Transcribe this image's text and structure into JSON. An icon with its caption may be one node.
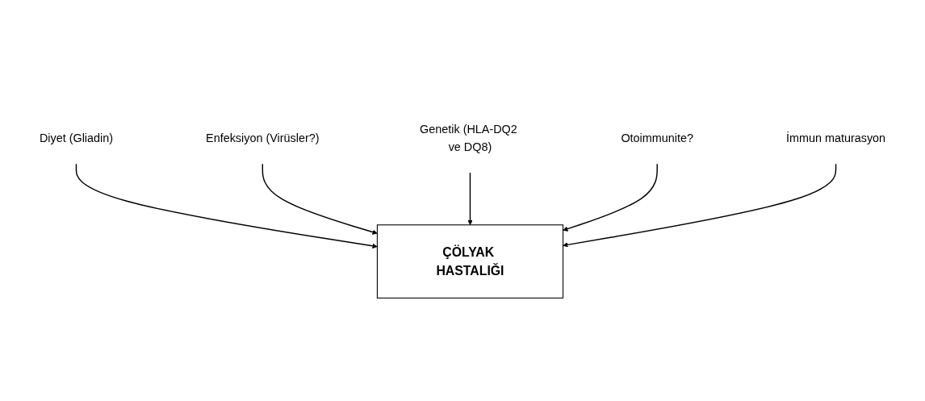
{
  "diagram": {
    "nodes": [
      {
        "text": [
          "Diyet (Gliadin)"
        ]
      },
      {
        "text": [
          "Enfeksiyon (Virüsler?)"
        ]
      },
      {
        "text": [
          "ÇÖLYAK HASTALIĞI"
        ]
      },
      {
        "text": [
          "Genetik (HLA-DQ2 ve DQ8)"
        ]
      },
      {
        "text": [
          "Otoimmunite?"
        ]
      },
      {
        "text": [
          "İmmun maturasyon"
        ]
      }
    ],
    "edges": [
      {
        "from": 0,
        "to": 2,
        "arrow": "to"
      },
      {
        "from": 1,
        "to": 2,
        "arrow": "to"
      },
      {
        "from": 3,
        "to": 2,
        "arrow": "to"
      },
      {
        "from": 4,
        "to": 2,
        "arrow": "to"
      },
      {
        "from": 5,
        "to": 2,
        "arrow": "to"
      }
    ]
  }
}
